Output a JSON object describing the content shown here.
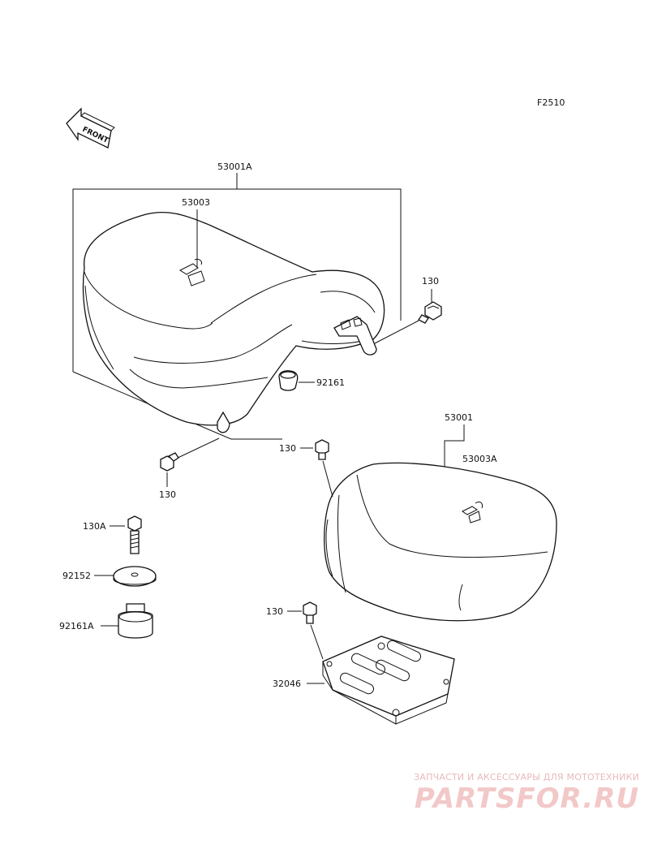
{
  "diagram": {
    "code": "F2510",
    "front_label": "FRONT",
    "parts": {
      "seat_assy": "53001A",
      "seat_label_front": "53003",
      "bolt_front_upper": "130",
      "damper_front": "92161",
      "bolt_front_lower": "130",
      "rear_seat": "53001",
      "rear_seat_label": "53003A",
      "bolt_rear_seat": "130",
      "bolt_130a": "130A",
      "washer": "92152",
      "damper_92161a": "92161A",
      "bolt_bracket": "130",
      "bracket": "32046"
    }
  },
  "watermark": {
    "tagline": "ЗАПЧАСТИ И АКСЕССУАРЫ ДЛЯ МОТОТЕХНИКИ",
    "brand": "PARTSFOR.RU"
  }
}
